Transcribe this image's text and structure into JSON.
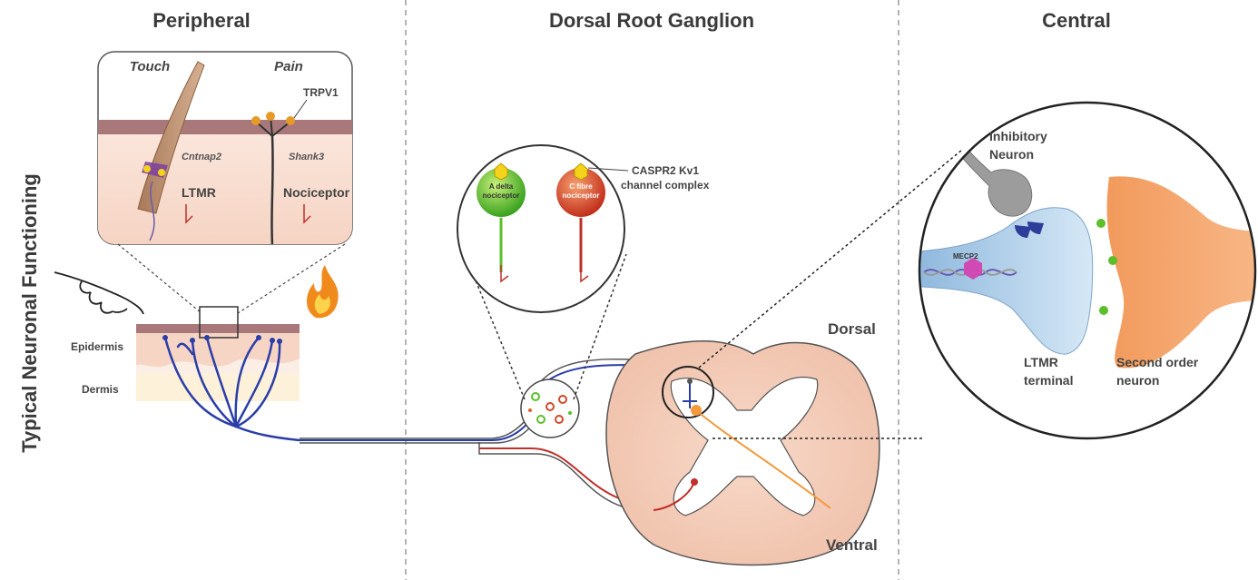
{
  "headers": {
    "peripheral": "Peripheral",
    "drg": "Dorsal Root Ganglion",
    "central": "Central"
  },
  "side_label": "Typical Neuronal Functioning",
  "peripheral": {
    "inset_touch": "Touch",
    "inset_pain": "Pain",
    "trpv1": "TRPV1",
    "cntnap2": "Cntnap2",
    "shank3": "Shank3",
    "ltmr": "LTMR",
    "nociceptor": "Nociceptor",
    "epidermis": "Epidermis",
    "dermis": "Dermis"
  },
  "drg": {
    "a_delta_1": "A delta",
    "a_delta_2": "nociceptor",
    "c_fibre_1": "C fibre",
    "c_fibre_2": "nociceptor",
    "caspr2_1": "CASPR2 Kv1",
    "caspr2_2": "channel complex"
  },
  "spinal": {
    "dorsal": "Dorsal",
    "ventral": "Ventral"
  },
  "central": {
    "inhibitory_1": "Inhibitory",
    "inhibitory_2": "Neuron",
    "mecp2": "MECP2",
    "ltmr_1": "LTMR",
    "ltmr_2": "terminal",
    "second_1": "Second order",
    "second_2": "neuron"
  },
  "colors": {
    "nerve_blue": "#2b3ea8",
    "skin": "#f6dccb",
    "skin_dark": "#a9787a",
    "green": "#5cbf2a",
    "red": "#d0482a",
    "orange": "#f4a26a",
    "terminal_blue": "#bcd8ef"
  }
}
